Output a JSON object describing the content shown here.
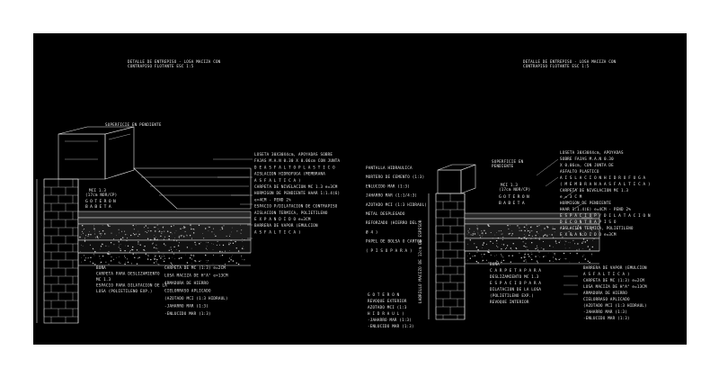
{
  "left": {
    "title": [
      "DETALLE DE ENTREPISO - LOSA MACIZA CON",
      "CONTRAPISO FLOTANTE ESC 1:5"
    ],
    "parapet_label": "SUPERFICIE EN PENDIENTE",
    "cap_labels": [
      "MCI 1.3",
      "(17cm NOR/CP)",
      "GOTERON",
      "BABETA"
    ],
    "right_labels": [
      "LOSETA 30X30X4cm, APOYADAS SOBRE",
      "FAJAS M.A.N 0.30 X 0.06cm CON JUNTA",
      "D E  A S F A L T O  P L A S T I C O",
      "AISLACION HIDROFUGA (MEMBRANA",
      "A S F A L T I C A )",
      "CARPETA DE NIVELACION MC 1.3 e=3CM",
      "HORMIGON DE PENDIENTE HAAR 1:1.4(6)",
      "e=4CM - PEND 2%",
      "ESPACIO P/DILATACION DE CONTRAPISO",
      "AISLACION TERMICA, POLIETILENO",
      "E X P A N D I D O  e=3CM",
      "BARRERA DE VAPOR (EMULCION",
      "A S F A L T I C A )"
    ],
    "bottom_left_labels": [
      "BUÑA",
      "CARPETA PARA DESLIZAMIENTO",
      "MC 1.3",
      "ESPACIO PARA DILATACION DE LA",
      "LOSA (POLIETILENO EXP.)"
    ],
    "bottom_right_labels": [
      "CARPETA DE MC (1:3) e=2CM",
      "LOSA MACIZA DE H°A° e=13CM",
      "ARMADURA DE HIERRO",
      "CIELORRASO APLICADO",
      "(AZOTADO MCI (1:3 HIDRAUL)",
      "-JAHARRO MAR (1:3)",
      "-ENLUCIDO MAR (1:3)"
    ]
  },
  "right": {
    "title": [
      "DETALLE DE ENTREPISO - LOSA MACIZA CON",
      "CONTRAPISO FLOTANTE ESC 1:5"
    ],
    "parapet_label": [
      "SUPERFICIE EN",
      "PENDIENTE"
    ],
    "left_labels": [
      "PANTALLA HIDRAULICA",
      "MORTERO DE CEMENTO (1:3)",
      "ENLUCIDO MAR (1:3)",
      "JAHARRO MAR (1:1/4:3)",
      "AZOTADO MCI (1:3 HIDRAUL)",
      "METAL DESPLEGADO",
      "REFORZADO (HIERRO DEL",
      "Ø 4 )",
      "PAPEL DE BOLSA O CARTON",
      "( P I S O P A R A )"
    ],
    "cap_labels": [
      "MCI 1.3",
      "(17cm NOR/CP)",
      "GOTERON",
      "BABETA"
    ],
    "right_labels": [
      "LOSETA 30X30X4cm, APOYADAS",
      "SOBRE FAJAS M.A.N 0.30",
      "X 0.06cm, CON JUNTA DE",
      "ASFALTO PLASTICO",
      "A I S L A C I O N  H I D R O F U G A",
      "( M E M B R A N A  A S F A L T I C A )",
      "CARPETA DE NIVELACION MC 1.3",
      "e = 3 C M",
      "HORMIGON DE PENDIENTE",
      "HAAR 1:1.4(6) e=4CM - PEND 2%",
      "E S P A C I O  P / D I L A T A C I O N",
      "D E  C O N T R A P I S O",
      "AISLACION TERMICA, POLIETILENO",
      "E X P A N D I D O  e=3CM"
    ],
    "bottom_center_labels": [
      "BUÑA",
      "C A R P E T A  P A R A",
      "DESLIZAMIENTO MC 1.3",
      "E S P A C I O  P A R A",
      "DILATACION DE LA LOSA",
      "(POLIETILENO EXP.)",
      "REVOQUE INTERIOR"
    ],
    "bottom_right_labels": [
      "BARRERA DE VAPOR (EMULCION",
      "A S F A L T I C A )",
      "CARPETA DE MC (1:3) e=2CM",
      "LOSA MACIZA DE H°A° e=13CM",
      "ARMADURA DE HIERRO",
      "CIELORRASO APLICADO",
      "(AZOTADO MCI (1:3 HIDRAUL)",
      "-JAHARRO MAR (1:3)",
      "-ENLUCIDO MAR (1:3)"
    ],
    "bottom_left_labels": [
      "G O T E R O N",
      "REVOQUE EXTERIOR",
      "AZOTADO MCI (1:3",
      "H I D R A U L )",
      "-JAHARRO MAR (1:3)",
      "-ENLUCIDO MAR (1:3)"
    ],
    "vertical_label": "LADRILLO MACIZO DE 12cm DE ESPESOR"
  }
}
